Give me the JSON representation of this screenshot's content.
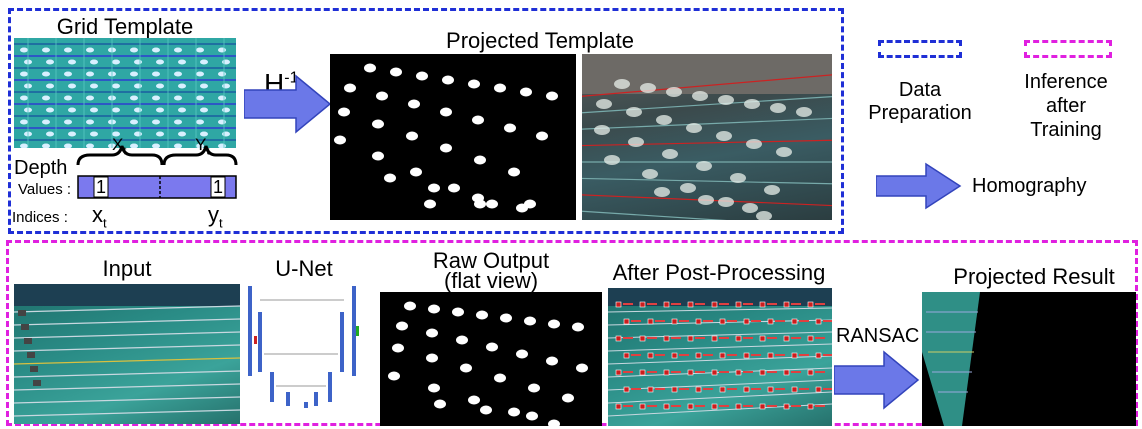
{
  "top_section": {
    "grid_template_title": "Grid Template",
    "projected_template_title": "Projected Template",
    "inverse_homography_label": "H",
    "inverse_homography_sup": "-1",
    "depth_label": "Depth",
    "values_label": "Values :",
    "indices_label": "Indices :",
    "xt_brace": "X",
    "xt_brace_sub": "t",
    "yt_brace": "Y",
    "yt_brace_sub": "t",
    "value_one_a": "1",
    "value_one_b": "1",
    "index_x": "x",
    "index_x_sub": "t",
    "index_y": "y",
    "index_y_sub": "t"
  },
  "legend": {
    "data_preparation": [
      "Data",
      "Preparation"
    ],
    "inference": [
      "Inference",
      "after",
      "Training"
    ],
    "homography": "Homography",
    "colors": {
      "data_preparation": "#1f2fd6",
      "inference": "#e020e0",
      "arrow": "#6b78e8"
    }
  },
  "bottom_section": {
    "input_title": "Input",
    "unet_title": "U-Net",
    "raw_output_title": [
      "Raw Output",
      "(flat view)"
    ],
    "post_processing_title": "After Post-Processing",
    "ransac_label": "RANSAC",
    "projected_result_title": "Projected Result"
  }
}
